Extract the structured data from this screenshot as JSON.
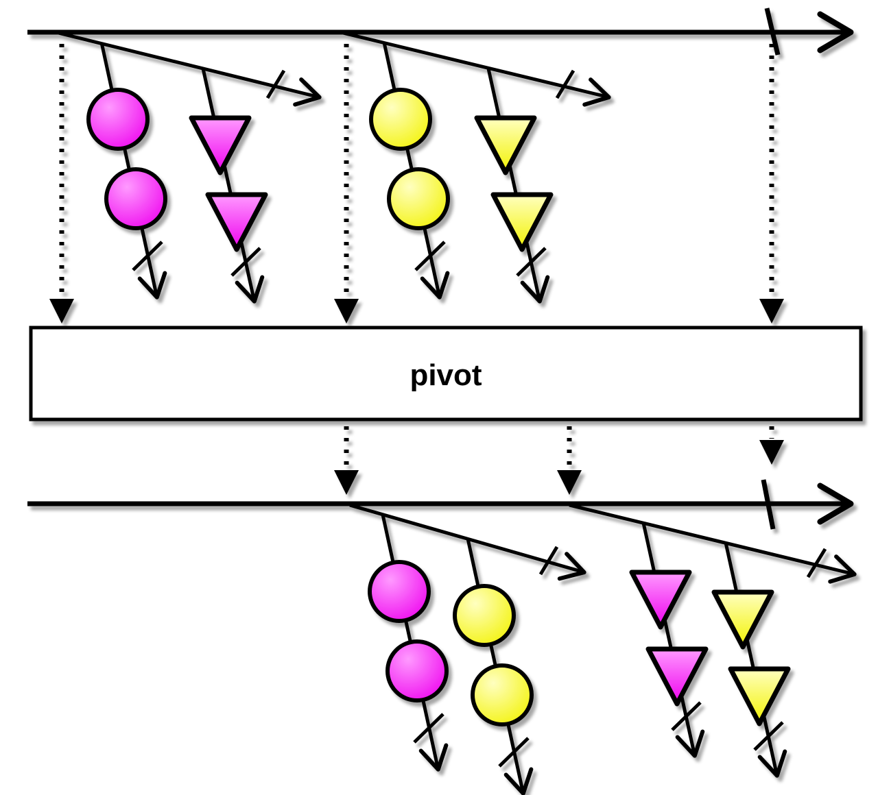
{
  "diagram": {
    "pivot": {
      "label": "pivot"
    },
    "colors": {
      "magenta": "#ee00ee",
      "magenta_light": "#ff9aff",
      "yellow": "#f2f200",
      "yellow_light": "#ffffc0",
      "outline": "#000000",
      "background": "#ffffff"
    },
    "upper_list": {
      "buckets": [
        {
          "chains": [
            {
              "shape": "circle",
              "color": "magenta",
              "count": 2
            },
            {
              "shape": "triangle",
              "color": "magenta",
              "count": 2
            }
          ]
        },
        {
          "chains": [
            {
              "shape": "circle",
              "color": "yellow",
              "count": 2
            },
            {
              "shape": "triangle",
              "color": "yellow",
              "count": 2
            }
          ]
        }
      ]
    },
    "lower_list": {
      "buckets": [
        {
          "chains": [
            {
              "shape": "circle",
              "color": "magenta",
              "count": 2
            },
            {
              "shape": "circle",
              "color": "yellow",
              "count": 2
            }
          ]
        },
        {
          "chains": [
            {
              "shape": "triangle",
              "color": "magenta",
              "count": 2
            },
            {
              "shape": "triangle",
              "color": "yellow",
              "count": 2
            }
          ]
        }
      ]
    }
  }
}
